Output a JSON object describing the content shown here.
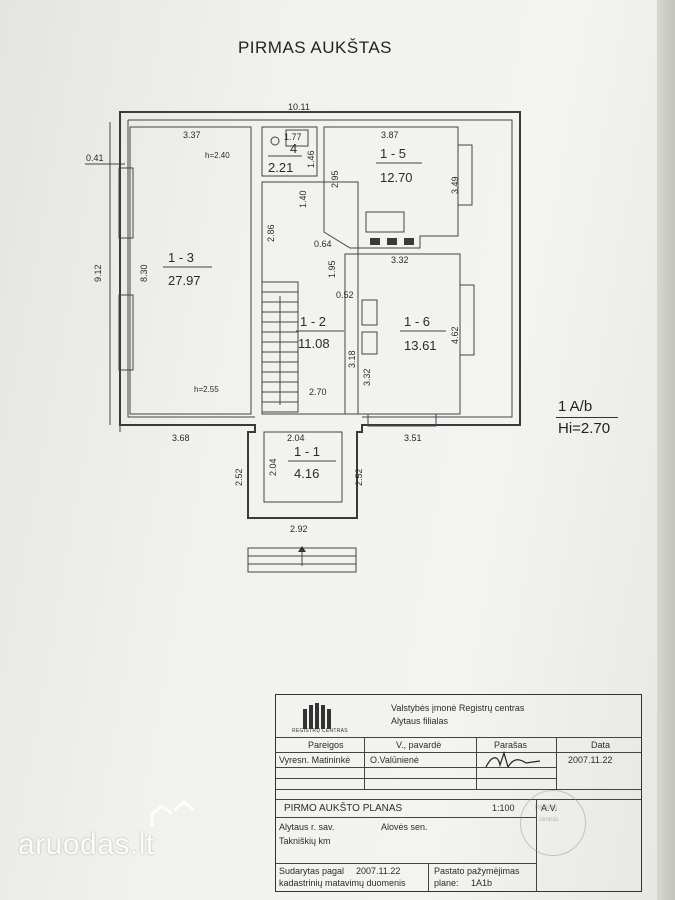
{
  "title": "PIRMAS AUKŠTAS",
  "rooms": [
    {
      "num": "1 - 1",
      "area": "4.16"
    },
    {
      "num": "1 - 2",
      "area": "11.08"
    },
    {
      "num": "1 - 3",
      "area": "27.97"
    },
    {
      "num": "4",
      "area": "2.21"
    },
    {
      "num": "1 - 5",
      "area": "12.70"
    },
    {
      "num": "1 - 6",
      "area": "13.61"
    }
  ],
  "dimensions": {
    "overall_width": "10.11",
    "left_wall": "0.41",
    "r3_width": "3.37",
    "r3_height_label": "9.12",
    "r3_inner": "8.30",
    "r3_bottom": "3.68",
    "r4_top": "1.77",
    "r4_side": "1.46",
    "hall_top": "2.86",
    "hall_mid": "1.40",
    "hall_064": "0.64",
    "hall_195": "1.95",
    "hall_052": "0.52",
    "hall_318": "3.18",
    "hall_bottom": "2.70",
    "r5_width": "3.87",
    "r5_height": "2.95",
    "r5_right": "3.49",
    "r6_width_top": "3.32",
    "r6_height": "4.62",
    "r6_left": "3.32",
    "r6_bottom": "3.51",
    "r1_top": "2.04",
    "r1_left_inner": "2.04",
    "r1_left": "2.52",
    "r1_right": "2.52",
    "entry_width": "2.92"
  },
  "heights": {
    "r3_top": "h=2.40",
    "r3_bottom": "h=2.55"
  },
  "scale": {
    "label": "1 A/b",
    "hi": "Hi=2.70"
  },
  "stamp": {
    "org_line1": "Valstybės įmonė Registrų centras",
    "org_line2": "Alytaus filialas",
    "logo_text": "REGISTRŲ CENTRAS",
    "col_pareigos": "Pareigos",
    "col_vardas": "V., pavardė",
    "col_parasas": "Parašas",
    "col_data": "Data",
    "role": "Vyresn. Matininkė",
    "name": "O.Valūnienė",
    "date": "2007.11.22",
    "plan_title": "PIRMO AUKŠTO PLANAS",
    "plan_scale": "1:100",
    "av": "A.V.",
    "district": "Alytaus r. sav.",
    "eldership": "Alovės sen.",
    "village": "Takniškių km",
    "compiled1": "Sudarytas pagal",
    "compiled_date": "2007.11.22",
    "compiled2": "kadastrinių matavimų duomenis",
    "building_label1": "Pastato pažymėjimas",
    "building_label2": "plane:",
    "building_code": "1A1b"
  },
  "watermark": "aruodas.lt"
}
